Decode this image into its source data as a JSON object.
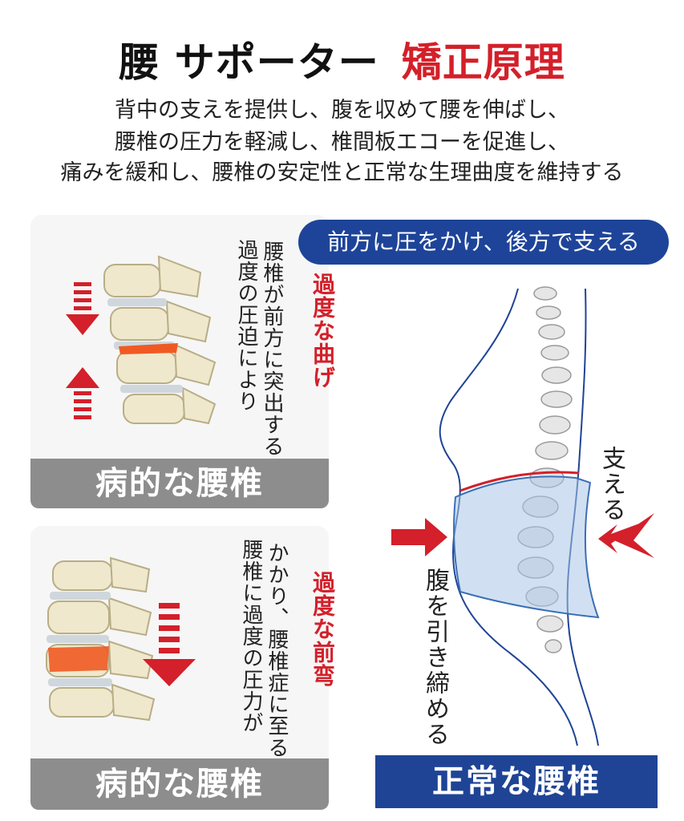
{
  "header": {
    "title_black": "腰 サポーター",
    "title_red": "矯正原理",
    "desc_lines": [
      "背中の支えを提供し、腹を収めて腰を伸ばし、",
      "腰椎の圧力を軽減し、椎間板エコーを促進し、",
      "痛みを緩和し、腰椎の安定性と正常な生理曲度を維持する"
    ]
  },
  "left_top": {
    "note_col1": "腰椎が前方に突出する",
    "note_col2": "過度の圧迫により",
    "red_label": "過度な曲げ",
    "bar": "病的な腰椎"
  },
  "left_bottom": {
    "note_col1": "かかり、腰椎症に至る",
    "note_col2": "腰椎に過度の圧力が",
    "red_label": "過度な前弯",
    "bar": "病的な腰椎"
  },
  "right": {
    "pill": "前方に圧をかけ、後方で支える",
    "support_label": "支える",
    "tighten_label": "腹を引き締める",
    "bar": "正常な腰椎"
  },
  "colors": {
    "red": "#d3202a",
    "blue": "#1f4496",
    "grey": "#8d8d8d",
    "orange": "#f05a22"
  }
}
